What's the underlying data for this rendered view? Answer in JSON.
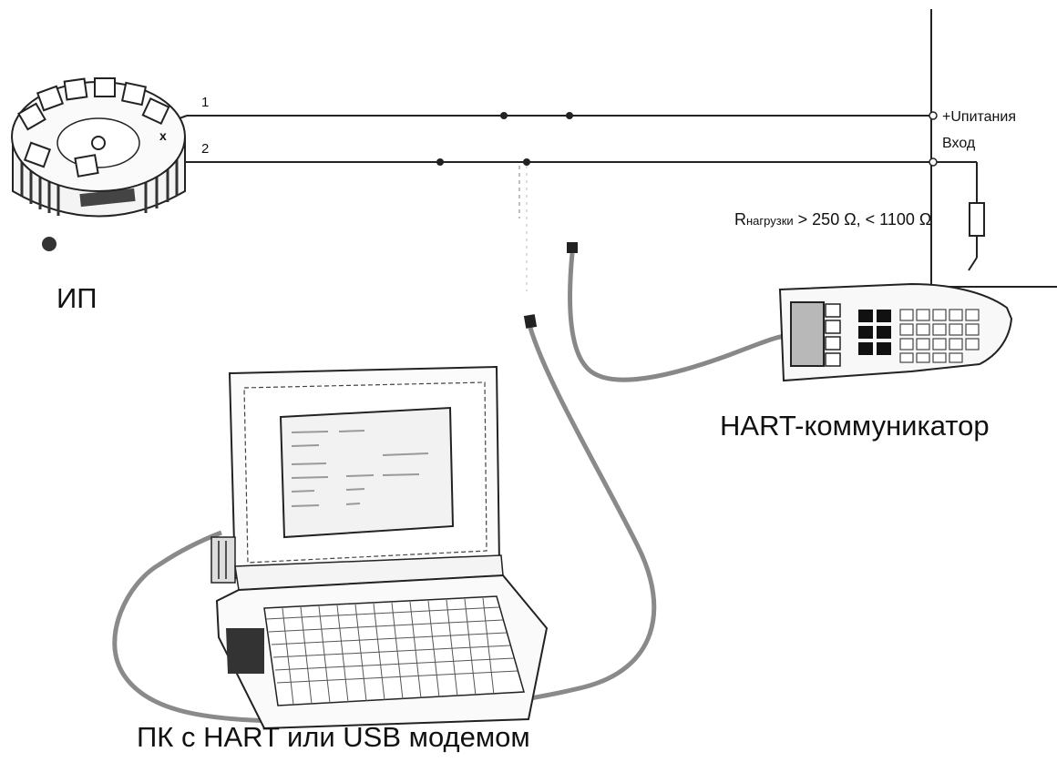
{
  "labels": {
    "transmitter": "ИП",
    "hart_communicator": "HART-коммуникатор",
    "pc_modem": "ПК с HART или USB модемом",
    "wire_1": "1",
    "wire_2": "2",
    "supply_plus": "+Uпитания",
    "input": "Вход",
    "load_prefix": "R",
    "load_subscript": "нагрузки",
    "load_range": " > 250 Ω, < 1100 Ω",
    "terminal_x": "x"
  },
  "colors": {
    "line": "#222222",
    "cable": "#8a8a8a",
    "device_shade": "#b8b8b8"
  }
}
